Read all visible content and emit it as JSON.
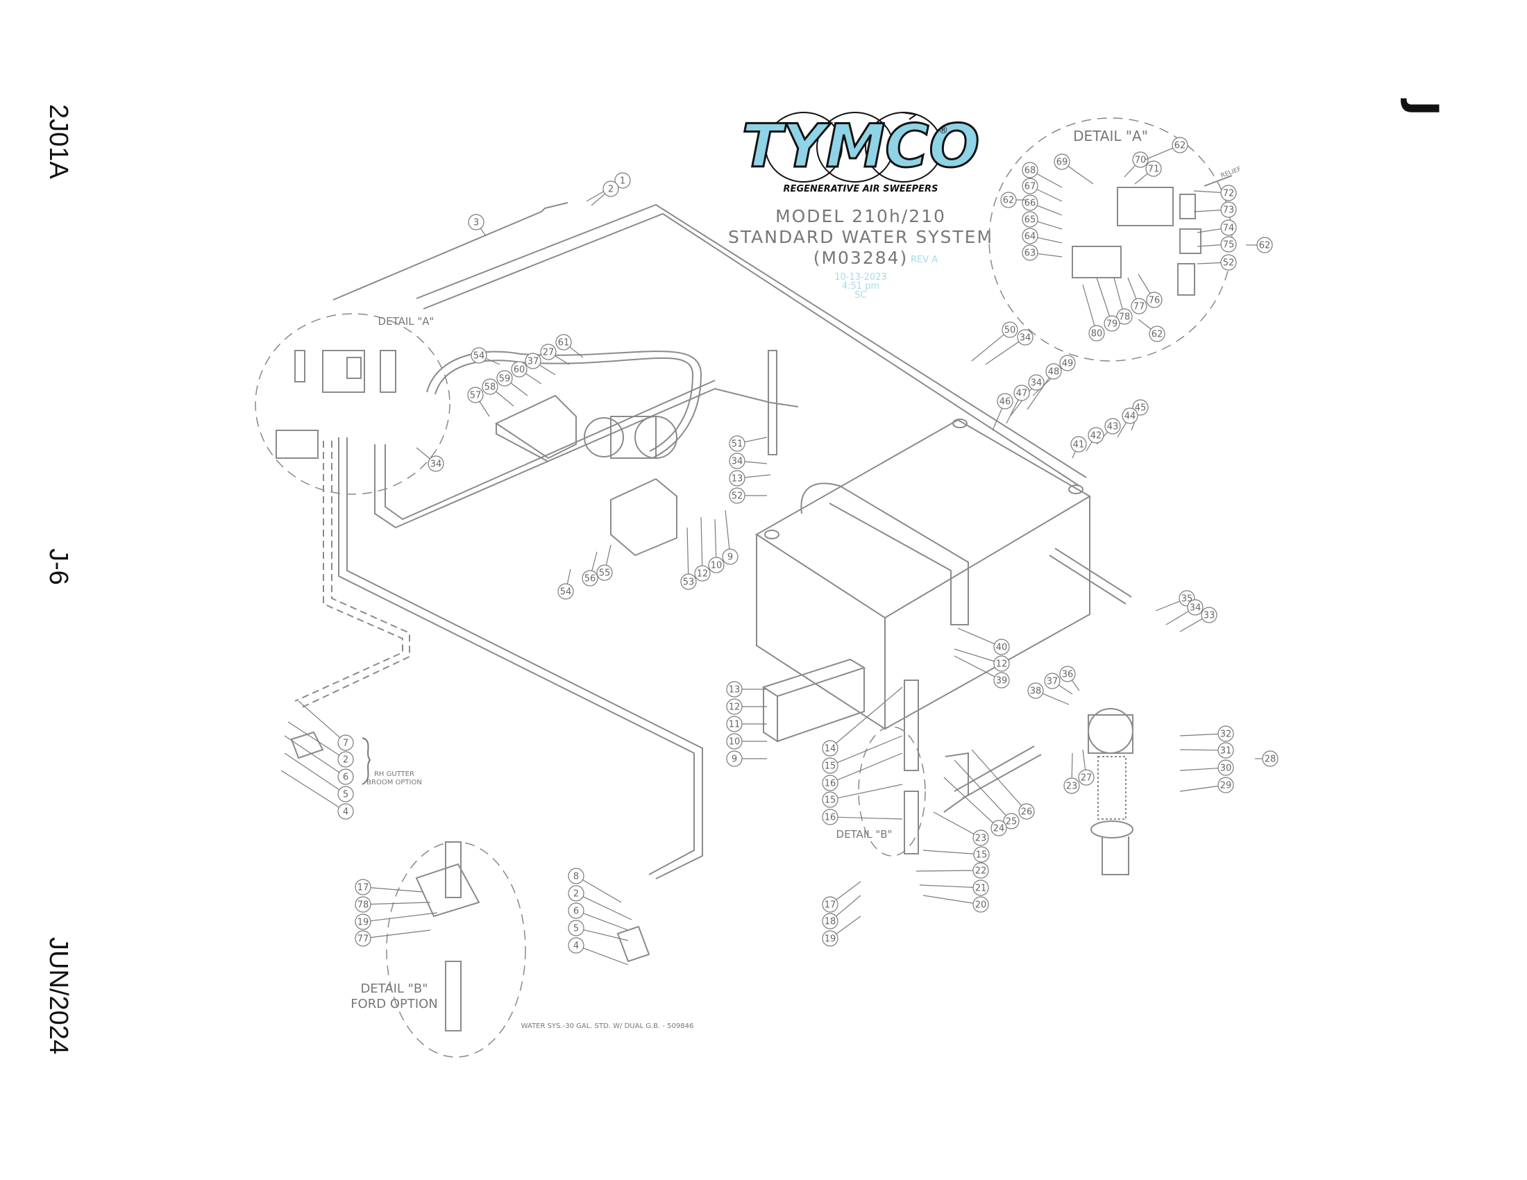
{
  "margin": {
    "top": "2J01A",
    "middle": "J-6",
    "bottom": "JUN/2024",
    "section": "J"
  },
  "brand": {
    "logo": "TYMCO",
    "registered": "®",
    "tagline": "REGENERATIVE AIR SWEEPERS"
  },
  "title": {
    "line1": "MODEL 210h/210",
    "line2": "STANDARD WATER SYSTEM",
    "line3": "(M03284)",
    "rev": "REV A",
    "date": "10-13-2023",
    "time": "4:51 pm",
    "initials": "SC"
  },
  "labels": {
    "detail_a_top": "DETAIL \"A\"",
    "detail_a_left": "DETAIL \"A\"",
    "detail_b_mid": "DETAIL \"B\"",
    "detail_b_bottom_1": "DETAIL \"B\"",
    "detail_b_bottom_2": "FORD OPTION",
    "rh_gutter_1": "RH GUTTER",
    "rh_gutter_2": "BROOM OPTION",
    "relief": "RELIEF",
    "footer": "WATER SYS.-30 GAL. STD. W/ DUAL G.B. - 509846"
  },
  "colors": {
    "line": "#7a7a7a",
    "logo": "#8fd3e6",
    "accent": "#a4dbe8",
    "ink": "#111111"
  },
  "callouts": [
    {
      "n": "1"
    },
    {
      "n": "2"
    },
    {
      "n": "3"
    },
    {
      "n": "54"
    },
    {
      "n": "27"
    },
    {
      "n": "61"
    },
    {
      "n": "37"
    },
    {
      "n": "60"
    },
    {
      "n": "59"
    },
    {
      "n": "58"
    },
    {
      "n": "57"
    },
    {
      "n": "34"
    },
    {
      "n": "51"
    },
    {
      "n": "34"
    },
    {
      "n": "13"
    },
    {
      "n": "52"
    },
    {
      "n": "9"
    },
    {
      "n": "10"
    },
    {
      "n": "12"
    },
    {
      "n": "53"
    },
    {
      "n": "55"
    },
    {
      "n": "56"
    },
    {
      "n": "54"
    },
    {
      "n": "50"
    },
    {
      "n": "34"
    },
    {
      "n": "49"
    },
    {
      "n": "48"
    },
    {
      "n": "34"
    },
    {
      "n": "47"
    },
    {
      "n": "46"
    },
    {
      "n": "45"
    },
    {
      "n": "44"
    },
    {
      "n": "43"
    },
    {
      "n": "42"
    },
    {
      "n": "41"
    },
    {
      "n": "69"
    },
    {
      "n": "70"
    },
    {
      "n": "62"
    },
    {
      "n": "71"
    },
    {
      "n": "68"
    },
    {
      "n": "67"
    },
    {
      "n": "66"
    },
    {
      "n": "65"
    },
    {
      "n": "64"
    },
    {
      "n": "63"
    },
    {
      "n": "62"
    },
    {
      "n": "72"
    },
    {
      "n": "73"
    },
    {
      "n": "74"
    },
    {
      "n": "75"
    },
    {
      "n": "52"
    },
    {
      "n": "62"
    },
    {
      "n": "76"
    },
    {
      "n": "77"
    },
    {
      "n": "78"
    },
    {
      "n": "79"
    },
    {
      "n": "80"
    },
    {
      "n": "62"
    },
    {
      "n": "35"
    },
    {
      "n": "34"
    },
    {
      "n": "33"
    },
    {
      "n": "40"
    },
    {
      "n": "12"
    },
    {
      "n": "39"
    },
    {
      "n": "37"
    },
    {
      "n": "36"
    },
    {
      "n": "38"
    },
    {
      "n": "32"
    },
    {
      "n": "31"
    },
    {
      "n": "28"
    },
    {
      "n": "30"
    },
    {
      "n": "29"
    },
    {
      "n": "23"
    },
    {
      "n": "27"
    },
    {
      "n": "13"
    },
    {
      "n": "12"
    },
    {
      "n": "11"
    },
    {
      "n": "10"
    },
    {
      "n": "9"
    },
    {
      "n": "14"
    },
    {
      "n": "15"
    },
    {
      "n": "16"
    },
    {
      "n": "15"
    },
    {
      "n": "16"
    },
    {
      "n": "15"
    },
    {
      "n": "22"
    },
    {
      "n": "21"
    },
    {
      "n": "20"
    },
    {
      "n": "26"
    },
    {
      "n": "25"
    },
    {
      "n": "24"
    },
    {
      "n": "23"
    },
    {
      "n": "17"
    },
    {
      "n": "18"
    },
    {
      "n": "19"
    },
    {
      "n": "7"
    },
    {
      "n": "2"
    },
    {
      "n": "6"
    },
    {
      "n": "5"
    },
    {
      "n": "4"
    },
    {
      "n": "17"
    },
    {
      "n": "78"
    },
    {
      "n": "19"
    },
    {
      "n": "77"
    },
    {
      "n": "8"
    },
    {
      "n": "2"
    },
    {
      "n": "6"
    },
    {
      "n": "5"
    },
    {
      "n": "4"
    }
  ]
}
